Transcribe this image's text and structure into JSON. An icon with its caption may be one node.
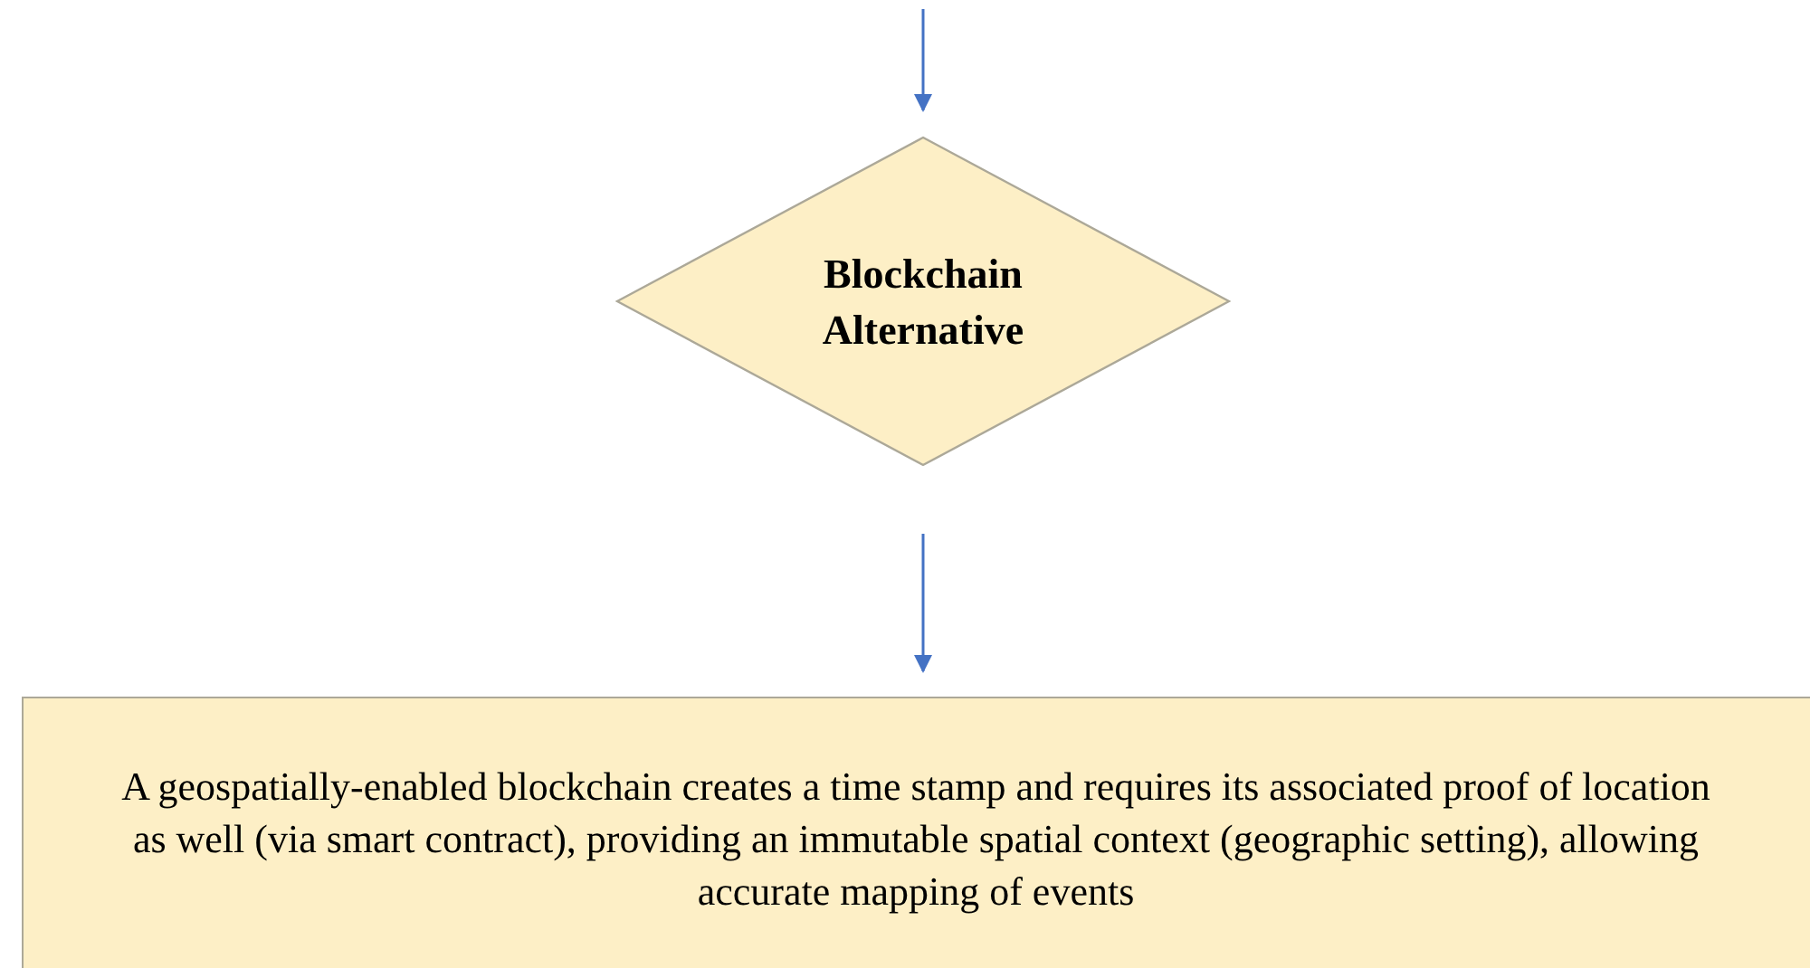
{
  "diagram": {
    "nodes": [
      {
        "text": [
          "Blockchain Alternative"
        ]
      },
      {
        "text": [
          "A geospatially-enabled blockchain creates a time stamp and requires its associated proof of location as well (via smart contract), providing an immutable spatial context (geographic setting), allowing accurate mapping of events"
        ]
      }
    ],
    "edges": [
      {
        "from": null,
        "to": 0,
        "arrow": "to"
      },
      {
        "from": 0,
        "to": 1,
        "arrow": "to"
      }
    ]
  }
}
